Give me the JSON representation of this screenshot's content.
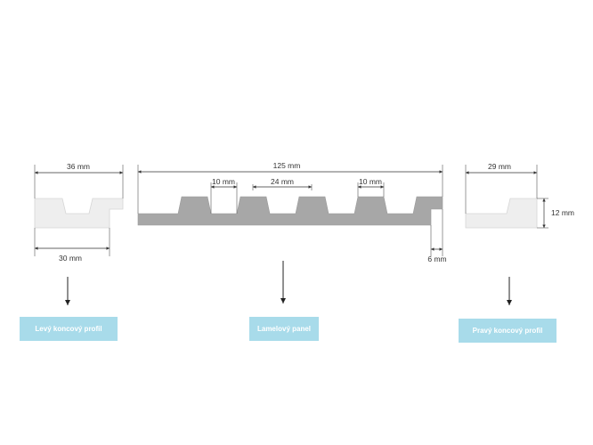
{
  "colors": {
    "end_profile_fill": "#eeeeee",
    "end_profile_stroke": "#d6d6d6",
    "panel_fill": "#a7a7a7",
    "label_bg": "#a8dbea",
    "label_text": "#ffffff",
    "dimension": "#333333"
  },
  "dimensions": {
    "left_top": "36 mm",
    "left_bottom": "30 mm",
    "panel_total": "125 mm",
    "panel_rib_left": "10 mm",
    "panel_gap": "24 mm",
    "panel_rib_right": "10 mm",
    "panel_offset": "6 mm",
    "right_top": "29 mm",
    "right_height": "12 mm"
  },
  "labels": {
    "left": "Levý koncový profil",
    "center": "Lamelový panel",
    "right": "Pravý koncový profil"
  }
}
